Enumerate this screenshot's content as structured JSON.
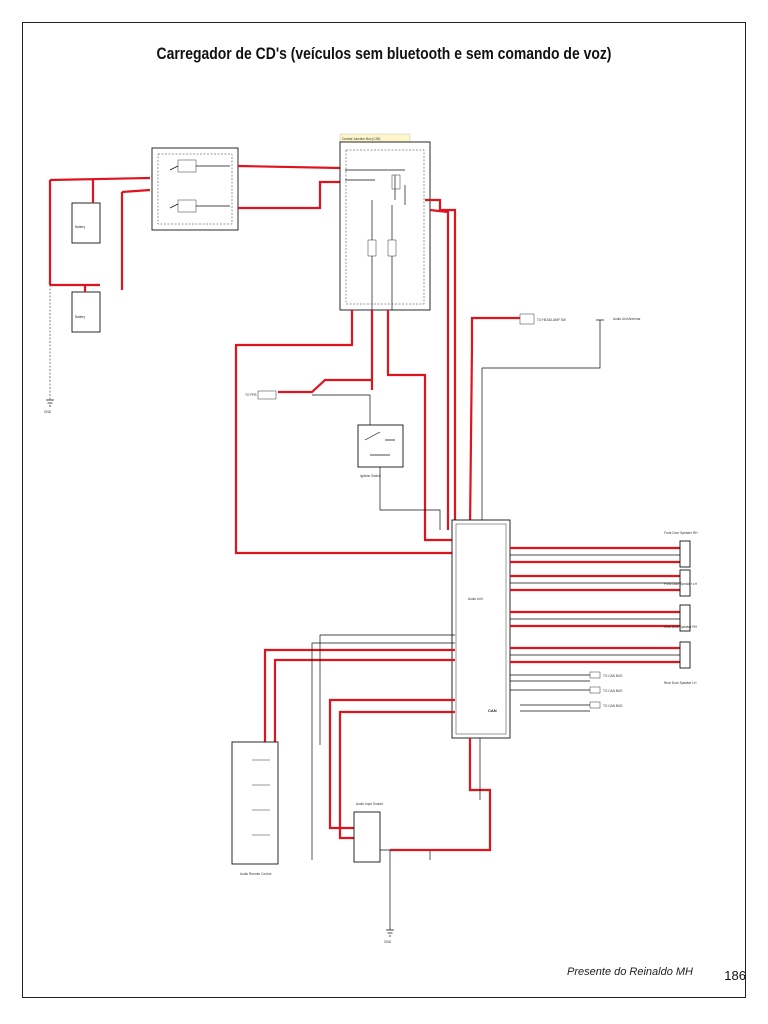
{
  "title": "Carregador de CD's (veículos sem bluetooth e sem comando de voz)",
  "footer": {
    "credit": "Presente do Reinaldo MH",
    "page_number": "186"
  },
  "colors": {
    "wire_power": "#e0141e",
    "wire_signal": "#111111",
    "frame": "#222222"
  },
  "components": {
    "battery_main": "Battery",
    "battery_aux": "Battery",
    "junction_box": "Central Junction Box (CJB)",
    "ignition_switch": "Ignition Switch",
    "audio_unit": "Audio Unit",
    "audio_input_socket": "Audio Input Socket",
    "remote_control": "Audio Remote Control",
    "antenna": "Audio Unit Antenna",
    "to_headlamp": "TO HEADLAMP SW",
    "to_pfb": "TO PFB",
    "gnd_label": "GND",
    "speaker_front_rh": "Front Door Speaker RH",
    "speaker_front_lh": "Front Door Speaker LH",
    "speaker_rear_rh": "Rear Door Speaker RH",
    "speaker_rear_lh": "Rear Door Speaker LH",
    "can_label": "CAN",
    "to_can_bus": "TO CAN BUS"
  }
}
